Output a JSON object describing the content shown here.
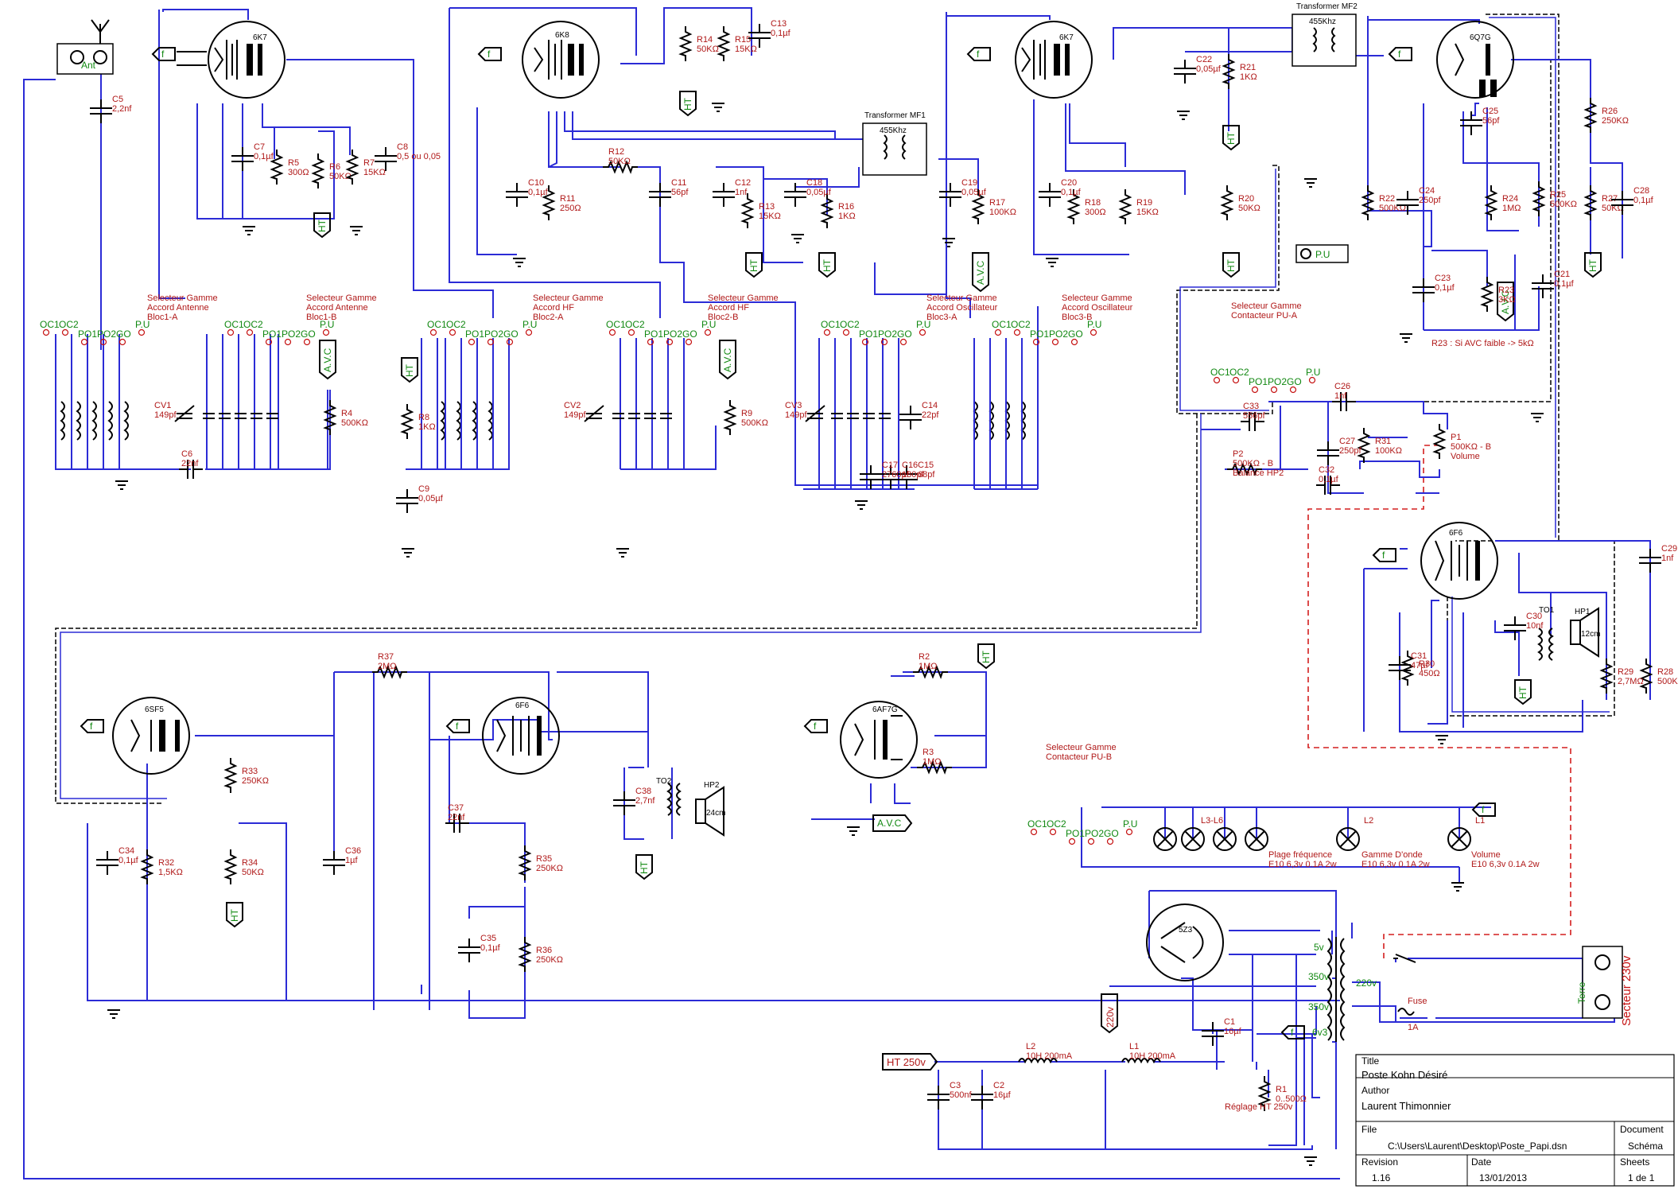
{
  "tubes": [
    {
      "ref": "6K7"
    },
    {
      "ref": "6K8"
    },
    {
      "ref": "6K7"
    },
    {
      "ref": "6Q7G"
    },
    {
      "ref": "6F6"
    },
    {
      "ref": "6SF5"
    },
    {
      "ref": "6F6"
    },
    {
      "ref": "6AF7G"
    },
    {
      "ref": "5Z3"
    }
  ],
  "transformers": {
    "mf1": {
      "title": "Transformer MF1",
      "freq": "455Khz"
    },
    "mf2": {
      "title": "Transformer MF2",
      "freq": "455Khz"
    },
    "to1": "TO1",
    "to2": "TO2"
  },
  "speakers": {
    "hp1": "HP1",
    "hp1_size": "12cm",
    "hp2": "HP2",
    "hp2_size": "24cm"
  },
  "antenna": {
    "label": "Ant"
  },
  "secteur": {
    "label": "Secteur 230v",
    "terre": "Terre"
  },
  "power": {
    "ht250": "HT 250v",
    "v220": "220v",
    "fuse": "Fuse",
    "fuse_value": "1A",
    "winding_5v": "5v",
    "winding_350a": "350v",
    "winding_350b": "350v",
    "winding_63": "6v3",
    "winding_220": "220v"
  },
  "selectors": [
    {
      "title": "Selecteur Gamme",
      "sub": "Accord Antenne",
      "bloc": "Bloc1-A"
    },
    {
      "title": "Selecteur Gamme",
      "sub": "Accord Antenne",
      "bloc": "Bloc1-B"
    },
    {
      "title": "Selecteur Gamme",
      "sub": "Accord HF",
      "bloc": "Bloc2-A"
    },
    {
      "title": "Selecteur Gamme",
      "sub": "Accord HF",
      "bloc": "Bloc2-B"
    },
    {
      "title": "Selecteur Gamme",
      "sub": "Accord Oscillateur",
      "bloc": "Bloc3-A"
    },
    {
      "title": "Selecteur Gamme",
      "sub": "Accord Oscillateur",
      "bloc": "Bloc3-B"
    },
    {
      "title": "Selecteur Gamme",
      "sub": "Contacteur PU-A",
      "bloc": ""
    },
    {
      "title": "Selecteur Gamme",
      "sub": "Contacteur PU-B",
      "bloc": ""
    }
  ],
  "switch_positions": [
    "OC1",
    "OC2",
    "PO1",
    "PO2",
    "GO",
    "P.U"
  ],
  "components": [
    {
      "ref": "R1",
      "value": "0..500Ω"
    },
    {
      "ref": "R2",
      "value": "1MΩ"
    },
    {
      "ref": "R3",
      "value": "1MΩ"
    },
    {
      "ref": "R4",
      "value": "500KΩ"
    },
    {
      "ref": "R5",
      "value": "300Ω"
    },
    {
      "ref": "R6",
      "value": "50KΩ"
    },
    {
      "ref": "R7",
      "value": "15KΩ"
    },
    {
      "ref": "R8",
      "value": "1KΩ"
    },
    {
      "ref": "R9",
      "value": "500KΩ"
    },
    {
      "ref": "R11",
      "value": "250Ω"
    },
    {
      "ref": "R12",
      "value": "50KΩ"
    },
    {
      "ref": "R13",
      "value": "15KΩ"
    },
    {
      "ref": "R14",
      "value": "50KΩ"
    },
    {
      "ref": "R15",
      "value": "15KΩ"
    },
    {
      "ref": "R16",
      "value": "1KΩ"
    },
    {
      "ref": "R17",
      "value": "100KΩ"
    },
    {
      "ref": "R18",
      "value": "300Ω"
    },
    {
      "ref": "R19",
      "value": "15KΩ"
    },
    {
      "ref": "R20",
      "value": "50KΩ"
    },
    {
      "ref": "R21",
      "value": "1KΩ"
    },
    {
      "ref": "R22",
      "value": "500KΩ"
    },
    {
      "ref": "R23",
      "value": "3KΩ"
    },
    {
      "ref": "R24",
      "value": "1MΩ"
    },
    {
      "ref": "R25",
      "value": "500KΩ"
    },
    {
      "ref": "R26",
      "value": "250KΩ"
    },
    {
      "ref": "R27",
      "value": "50KΩ"
    },
    {
      "ref": "R28",
      "value": "500KΩ"
    },
    {
      "ref": "R29",
      "value": "2,7MΩ"
    },
    {
      "ref": "R30",
      "value": "450Ω"
    },
    {
      "ref": "R31",
      "value": "100KΩ"
    },
    {
      "ref": "R32",
      "value": "1,5KΩ"
    },
    {
      "ref": "R33",
      "value": "250KΩ"
    },
    {
      "ref": "R34",
      "value": "50KΩ"
    },
    {
      "ref": "R35",
      "value": "250KΩ"
    },
    {
      "ref": "R36",
      "value": "250KΩ"
    },
    {
      "ref": "R37",
      "value": "2MΩ"
    },
    {
      "ref": "C1",
      "value": "16µf"
    },
    {
      "ref": "C2",
      "value": "16µf"
    },
    {
      "ref": "C3",
      "value": "500nf"
    },
    {
      "ref": "C5",
      "value": "2,2nf"
    },
    {
      "ref": "C6",
      "value": "22nf"
    },
    {
      "ref": "C7",
      "value": "0,1µf"
    },
    {
      "ref": "C8",
      "value": "0,5 ou 0,05"
    },
    {
      "ref": "C9",
      "value": "0,05µf"
    },
    {
      "ref": "C10",
      "value": "0,1µf"
    },
    {
      "ref": "C11",
      "value": "56pf"
    },
    {
      "ref": "C12",
      "value": "1nf"
    },
    {
      "ref": "C13",
      "value": "0,1µf"
    },
    {
      "ref": "C14",
      "value": "22pf"
    },
    {
      "ref": "C15",
      "value": "68pf"
    },
    {
      "ref": "C16",
      "value": "180pf"
    },
    {
      "ref": "C17",
      "value": "2760pf"
    },
    {
      "ref": "C18",
      "value": "0,05µf"
    },
    {
      "ref": "C19",
      "value": "0,05µf"
    },
    {
      "ref": "C20",
      "value": "0,1µf"
    },
    {
      "ref": "C21",
      "value": "0,1µf"
    },
    {
      "ref": "C22",
      "value": "0,05µf"
    },
    {
      "ref": "C23",
      "value": "0,1µf"
    },
    {
      "ref": "C24",
      "value": "250pf"
    },
    {
      "ref": "C25",
      "value": "56pf"
    },
    {
      "ref": "C26",
      "value": "1nf"
    },
    {
      "ref": "C27",
      "value": "250pf"
    },
    {
      "ref": "C28",
      "value": "0,1µf"
    },
    {
      "ref": "C29",
      "value": "1nf"
    },
    {
      "ref": "C30",
      "value": "10nf"
    },
    {
      "ref": "C31",
      "value": "47µf"
    },
    {
      "ref": "C32",
      "value": "0,1µf"
    },
    {
      "ref": "C33",
      "value": "556pf"
    },
    {
      "ref": "C34",
      "value": "0,1µf"
    },
    {
      "ref": "C35",
      "value": "0,1µf"
    },
    {
      "ref": "C36",
      "value": "1µf"
    },
    {
      "ref": "C37",
      "value": "22nf"
    },
    {
      "ref": "C38",
      "value": "2,7nf"
    },
    {
      "ref": "CV1",
      "value": "149pf"
    },
    {
      "ref": "CV2",
      "value": "149pf"
    },
    {
      "ref": "CV3",
      "value": "149pf"
    },
    {
      "ref": "P1",
      "value": "500KΩ - B",
      "note": "Volume"
    },
    {
      "ref": "P2",
      "value": "500KΩ - B",
      "note": "Balance HP2"
    },
    {
      "ref": "L1",
      "value": "10H 200mA"
    },
    {
      "ref": "L2",
      "value": "10H 200mA"
    }
  ],
  "lamps": [
    {
      "ref": "L3-L6",
      "role": "Plage fréquence",
      "spec": "E10 6,3v 0.1A 2w"
    },
    {
      "ref": "L2",
      "role": "Gamme D'onde",
      "spec": "E10 6,3v 0.1A 2w"
    },
    {
      "ref": "L1",
      "role": "Volume",
      "spec": "E10 6,3v 0.1A 2w"
    }
  ],
  "notes": {
    "r23": "R23 : Si AVC faible -> 5kΩ",
    "r1": "Réglage HT 250v"
  },
  "net_tags": {
    "ht": "HT",
    "avc": "A.V.C",
    "f": "f",
    "pu": "P.U"
  },
  "title_block": {
    "title_label": "Title",
    "title": "Poste Kohn Désiré",
    "author_label": "Author",
    "author": "Laurent Thimonnier",
    "file_label": "File",
    "file": "C:\\Users\\Laurent\\Desktop\\Poste_Papi.dsn",
    "document_label": "Document",
    "document": "Schéma",
    "revision_label": "Revision",
    "revision": "1.16",
    "date_label": "Date",
    "date": "13/01/2013",
    "sheets_label": "Sheets",
    "sheets": "1 de 1"
  }
}
